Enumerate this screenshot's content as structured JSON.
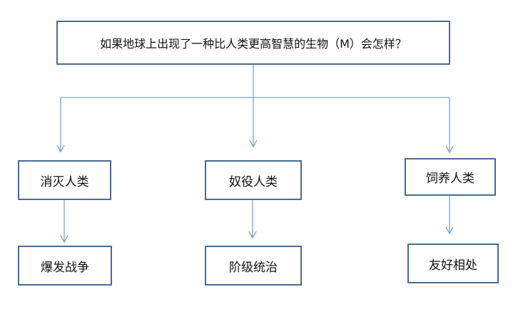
{
  "diagram": {
    "root": {
      "label": "如果地球上出现了一种比人类更高智慧的生物（M）会怎样？"
    },
    "branches": [
      {
        "label": "消灭人类",
        "result": "爆发战争"
      },
      {
        "label": "奴役人类",
        "result": "阶级统治"
      },
      {
        "label": "饲养人类",
        "result": "友好相处"
      }
    ],
    "colors": {
      "box_border": "#4a6b8f",
      "connector": "#7ea3cc",
      "text": "#111111",
      "background": "#ffffff"
    }
  }
}
